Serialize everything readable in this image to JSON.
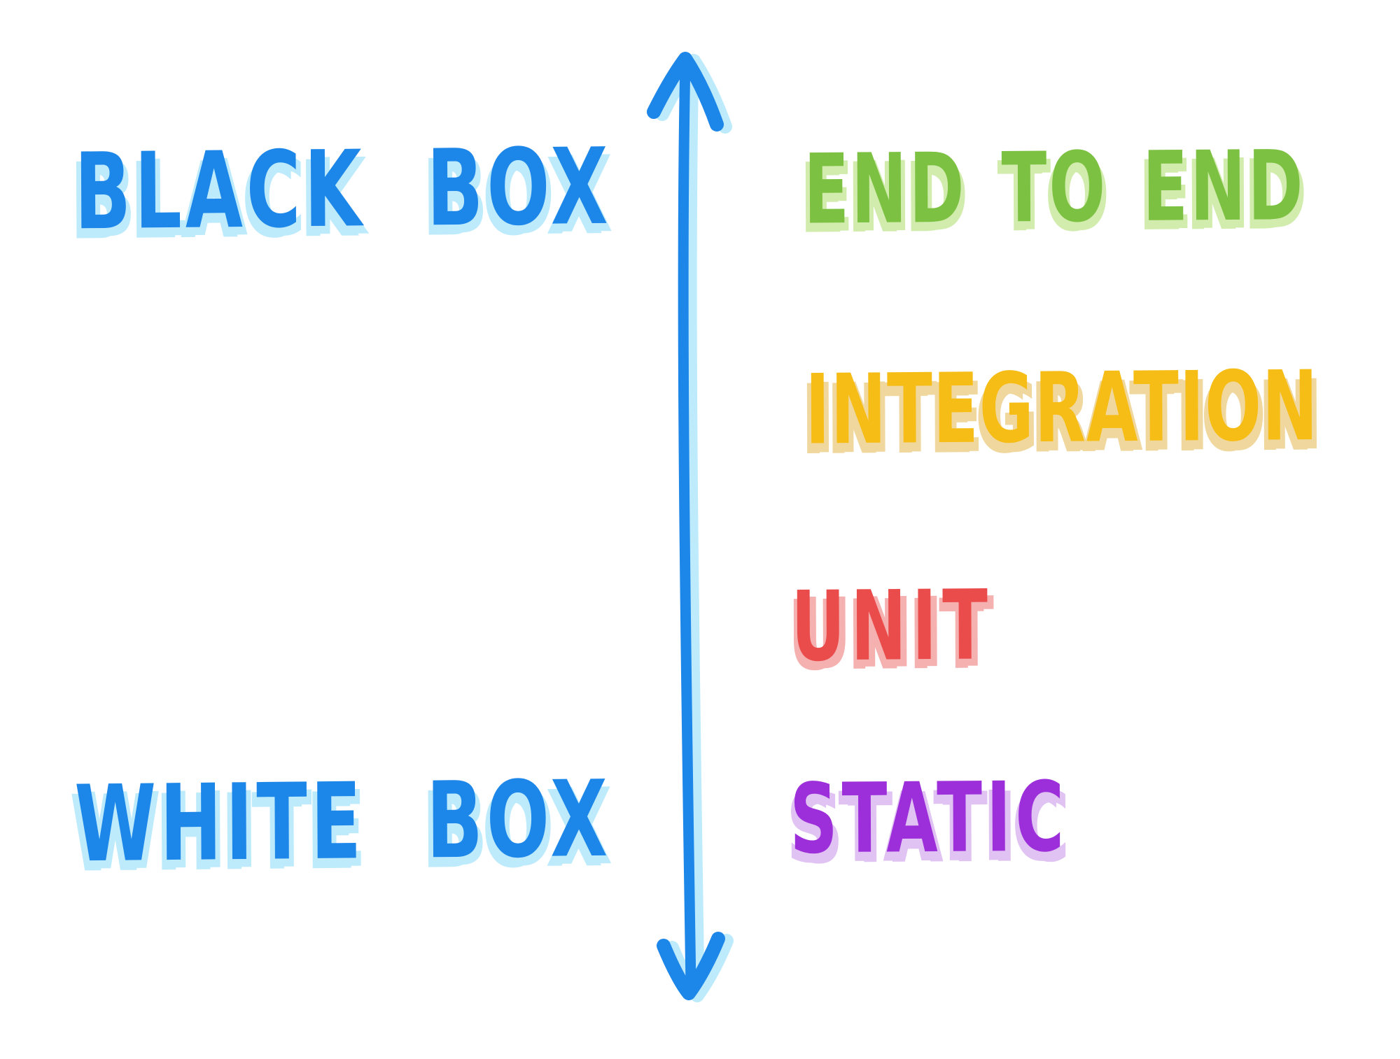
{
  "diagram": {
    "description": "Hand-drawn diagram mapping testing types along a vertical axis from black box (top) to white box (bottom)",
    "background_color": "#ffffff",
    "axis": {
      "name": "black-box-to-white-box-axis",
      "orientation": "vertical",
      "arrowheads": "both",
      "color": "#1d86e9",
      "shadow_color": "#bdebfc"
    },
    "left_labels": {
      "black_box": {
        "text": "BLACK BOX",
        "color": "#1d86e9",
        "shadow_color": "#bdebfc",
        "position": "top-left"
      },
      "white_box": {
        "text": "WHITE BOX",
        "color": "#1d86e9",
        "shadow_color": "#bdebfc",
        "position": "bottom-left"
      }
    },
    "right_labels": {
      "end_to_end": {
        "text": "END TO END",
        "color": "#7cc142",
        "shadow_color": "#d2ecae",
        "order": 1
      },
      "integration": {
        "text": "INTEGRATION",
        "color": "#f6bd16",
        "shadow_color": "#f0d79e",
        "order": 2
      },
      "unit": {
        "text": "UNIT",
        "color": "#ea4c4c",
        "shadow_color": "#f5b0b0",
        "order": 3
      },
      "static": {
        "text": "STATIC",
        "color": "#9c2fd9",
        "shadow_color": "#e0c3f3",
        "order": 4
      }
    }
  }
}
